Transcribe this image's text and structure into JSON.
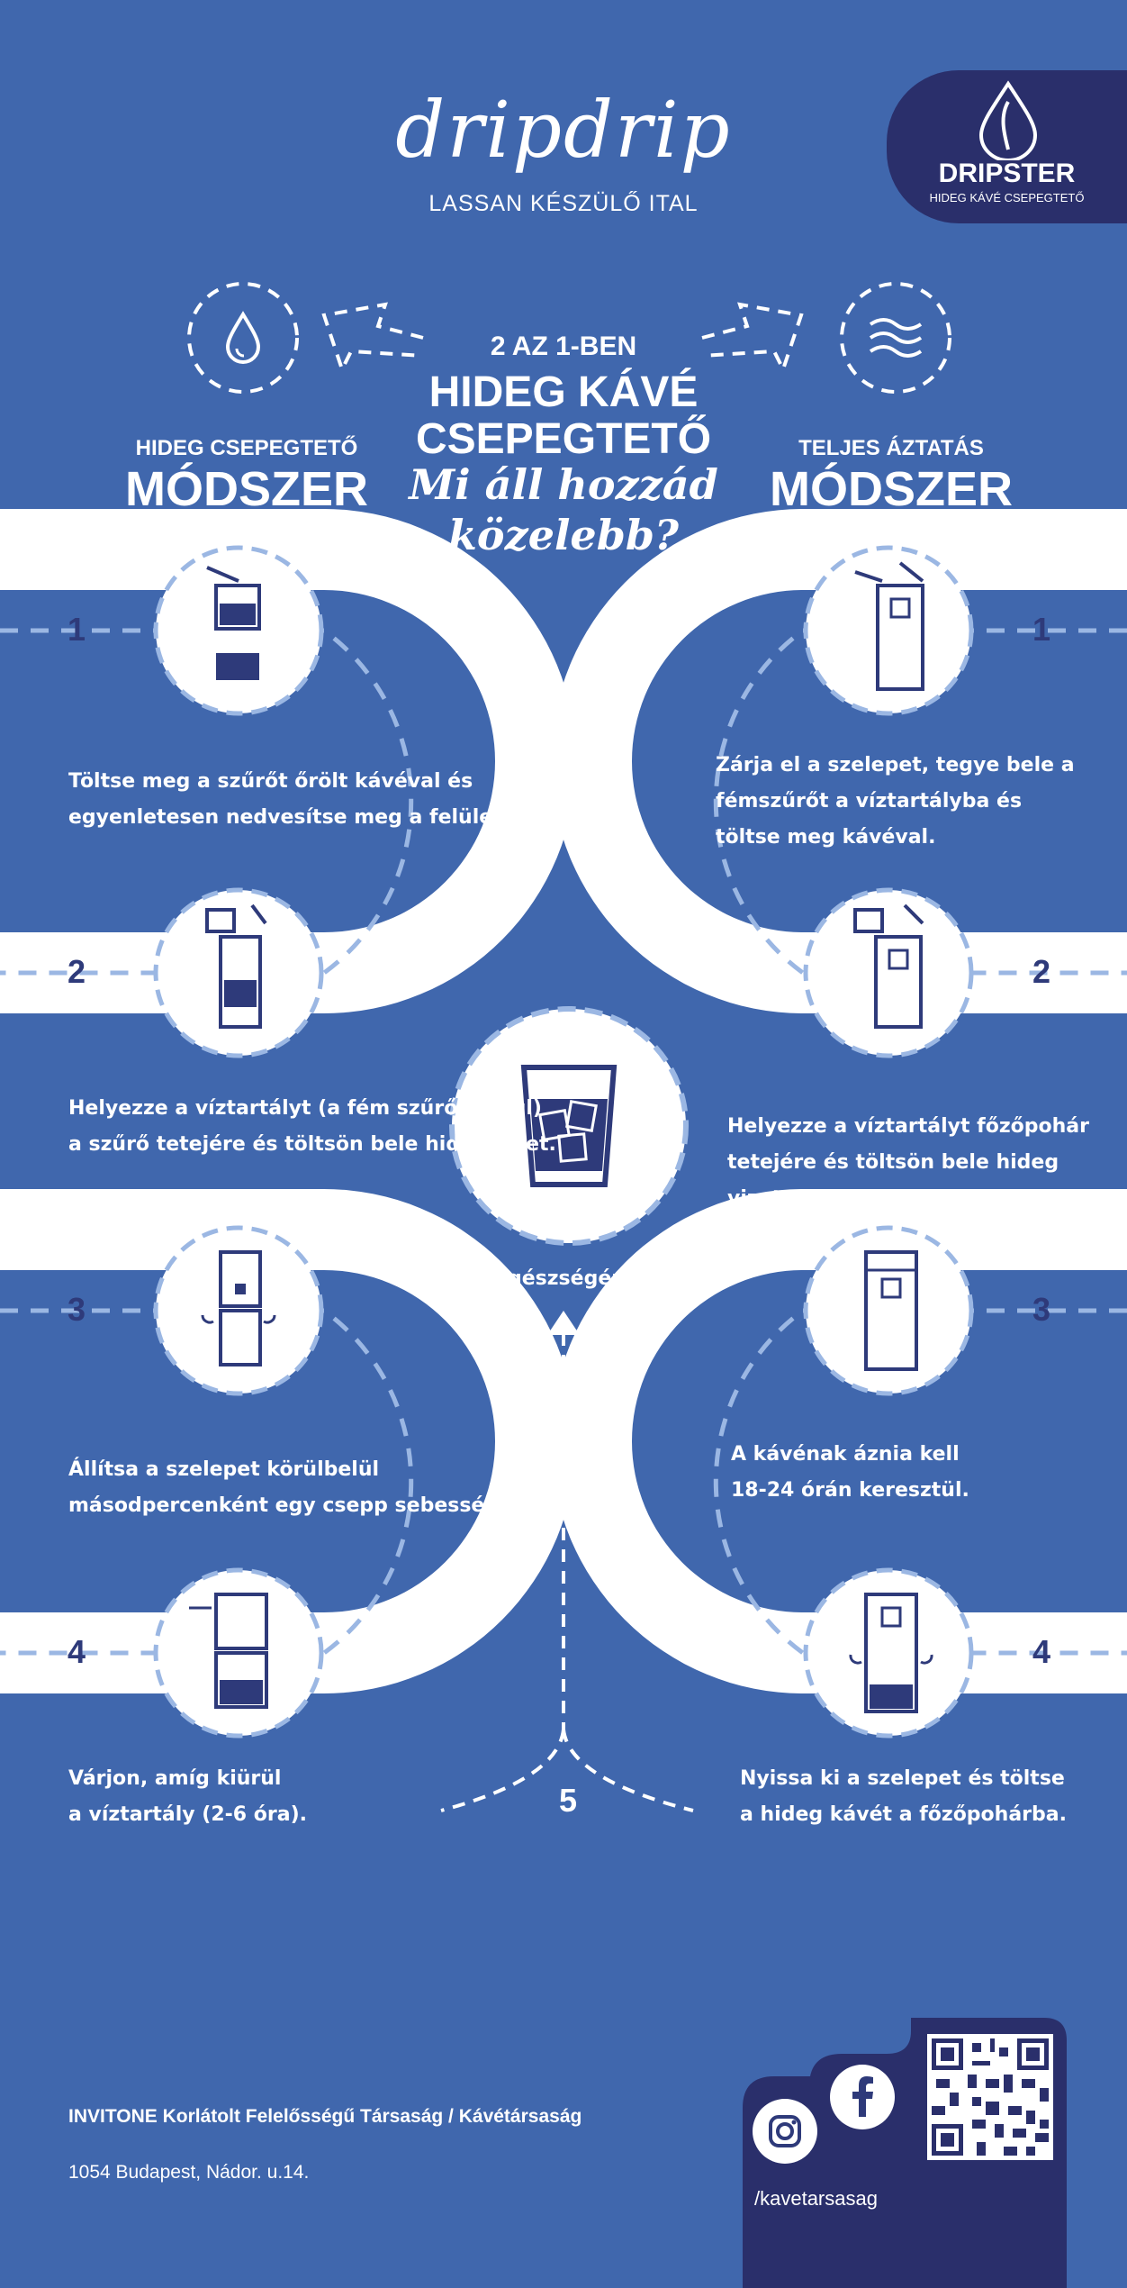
{
  "header": {
    "brand": "dripdrip",
    "tagline": "LASSAN KÉSZÜLŐ ITAL",
    "logo_title": "DRIPSTER",
    "logo_subtitle": "HIDEG KÁVÉ CSEPEGTETŐ"
  },
  "center": {
    "line1": "2 AZ 1-BEN",
    "line2": "HIDEG KÁVÉ",
    "line3": "CSEPEGTETŐ",
    "question1": "Mi áll hozzád",
    "question2": "közelebb?"
  },
  "left_method": {
    "label": "HIDEG CSEPEGTETŐ",
    "title": "MÓDSZER",
    "steps": [
      {
        "num": "1",
        "text1": "Töltse meg a szűrőt őrölt kávéval és",
        "text2": "egyenletesen nedvesítse meg a felületet."
      },
      {
        "num": "2",
        "text1": "Helyezze a víztartályt (a fém szűrő nélkül)",
        "text2": "a szűrő tetejére és töltsön bele hideg vizet."
      },
      {
        "num": "3",
        "text1": "Állítsa a szelepet körülbelül",
        "text2": "másodpercenként egy csepp sebességre."
      },
      {
        "num": "4",
        "text1": "Várjon, amíg kiürül",
        "text2": "a víztartály (2-6 óra)."
      }
    ]
  },
  "right_method": {
    "label": "TELJES ÁZTATÁS",
    "title": "MÓDSZER",
    "steps": [
      {
        "num": "1",
        "text1": "Zárja el a szelepet, tegye bele a",
        "text2": "fémszűrőt a víztartályba és",
        "text3": "töltse meg kávéval."
      },
      {
        "num": "2",
        "text1": "Helyezze a víztartályt főzőpohár",
        "text2": "tetejére és töltsön bele hideg vizet."
      },
      {
        "num": "3",
        "text1": "A kávénak áznia kell",
        "text2": "18-24 órán keresztül."
      },
      {
        "num": "4",
        "text1": "Nyissa ki a szelepet és töltse",
        "text2": "a hideg kávét a főzőpohárba."
      }
    ]
  },
  "final": {
    "cheers": "Egészségére!",
    "num": "5"
  },
  "footer": {
    "company": "INVITONE Korlátolt Felelősségű Társaság / Kávétársaság",
    "address": "1054 Budapest, Nádor. u.14.",
    "handle": "/kavetarsasag"
  },
  "colors": {
    "background": "#4067ad",
    "navy": "#2e3a7a",
    "dash": "#9bb7e3",
    "white": "#ffffff"
  }
}
